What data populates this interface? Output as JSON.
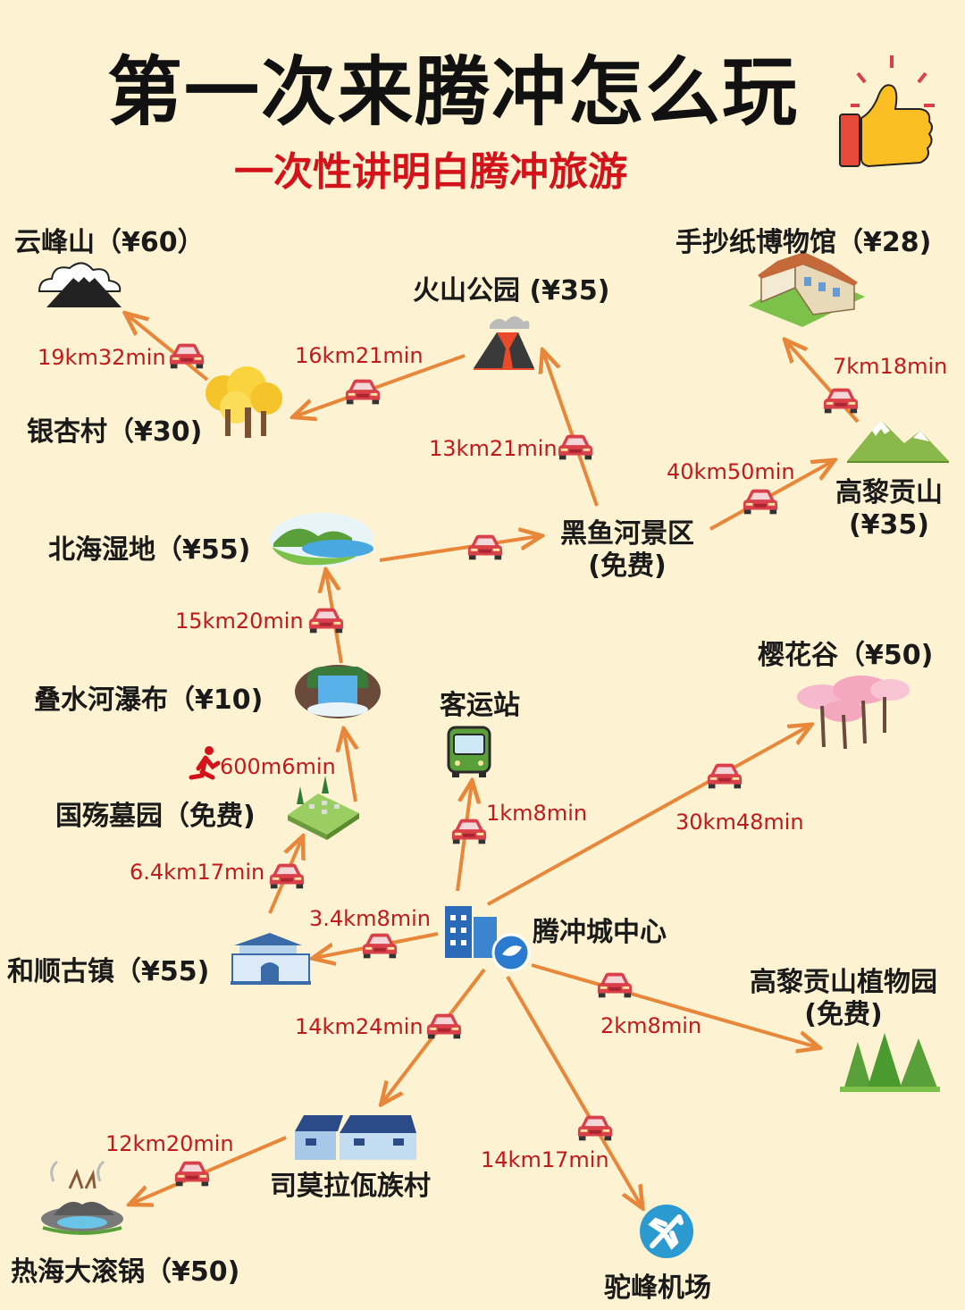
{
  "title": "第一次来腾冲怎么玩",
  "subtitle": "一次性讲明白腾冲旅游",
  "places": {
    "yunfeng": "云峰山（¥60）",
    "huoshan": "火山公园 (¥35)",
    "shouchao": "手抄纸博物馆（¥28)",
    "yinxing": "银杏村（¥30)",
    "gaoli_line1": "高黎贡山",
    "gaoli_line2": "(¥35)",
    "heiyu_line1": "黑鱼河景区",
    "heiyu_line2": "(免费)",
    "beihai": "北海湿地（¥55)",
    "yinghua": "樱花谷（¥50)",
    "dieshui": "叠水河瀑布（¥10)",
    "keyun": "客运站",
    "guoshang": "国殇墓园（免费)",
    "heshun": "和顺古镇（¥55)",
    "center": "腾冲城中心",
    "zhiwu_line1": "高黎贡山植物园",
    "zhiwu_line2": "(免费)",
    "simola": "司莫拉佤族村",
    "rehai": "热海大滚锅（¥50)",
    "tuofeng": "驼峰机场"
  },
  "routes": {
    "yinxing_yunfeng": "19km32min",
    "huoshan_yinxing": "16km21min",
    "gaoli_shouchao": "7km18min",
    "heiyu_huoshan": "13km21min",
    "heiyu_gaoli": "40km50min",
    "dieshui_beihai": "15km20min",
    "guoshang_dieshui": "600m6min",
    "center_keyun": "1km8min",
    "center_yinghua": "30km48min",
    "heshun_guoshang": "6.4km17min",
    "center_heshun": "3.4km8min",
    "center_simola": "14km24min",
    "center_zhiwu": "2km8min",
    "simola_rehai": "12km20min",
    "center_tuofeng": "14km17min"
  },
  "colors": {
    "background": "#fdf3d3",
    "arrow": "#e8873a",
    "car": "#d9404a",
    "distance_text": "#c01a1a",
    "subtitle": "#d3121a"
  },
  "icons": [
    "thumbs-up-icon",
    "mountain-icon",
    "volcano-icon",
    "museum-icon",
    "ginkgo-tree-icon",
    "snow-mountain-icon",
    "wetland-icon",
    "sakura-icon",
    "waterfall-icon",
    "bus-icon",
    "cemetery-icon",
    "walker-icon",
    "old-town-gate-icon",
    "city-building-icon",
    "forest-icon",
    "village-house-icon",
    "hot-spring-icon",
    "airplane-icon",
    "car-icon"
  ]
}
